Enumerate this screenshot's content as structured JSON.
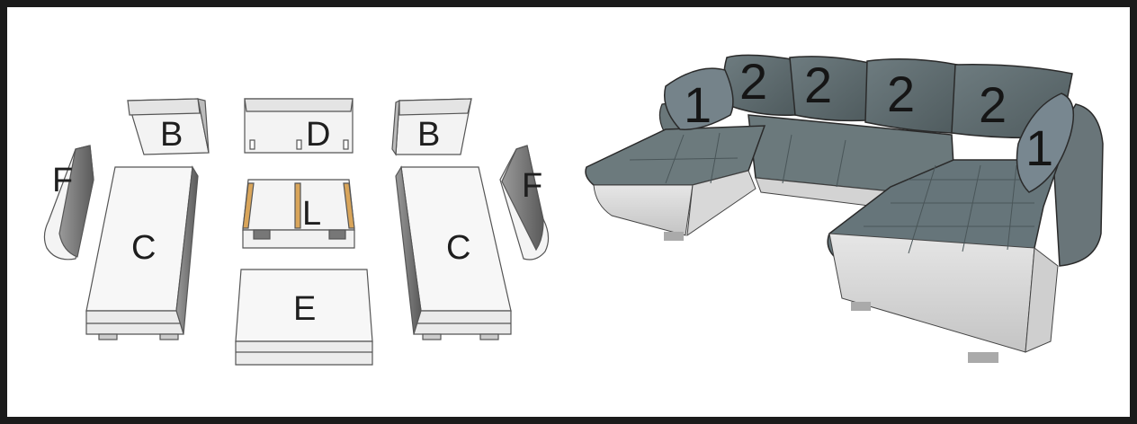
{
  "diagram": {
    "parts": {
      "back_left": "B",
      "back_middle": "D",
      "back_right": "B",
      "arm_left": "F",
      "arm_right": "F",
      "seat_left": "C",
      "seat_right": "C",
      "storage": "L",
      "ottoman": "E"
    },
    "sofa_cushions": {
      "pillow_left": "1",
      "back_1": "2",
      "back_2": "2",
      "back_3": "2",
      "back_4": "2",
      "pillow_right": "1"
    },
    "colors": {
      "frame": "#1b1b1b",
      "panel_white": "#f4f4f4",
      "panel_side": "#7d7d7d",
      "wood": "#d9a55a",
      "fabric": "#5f6d70"
    }
  }
}
